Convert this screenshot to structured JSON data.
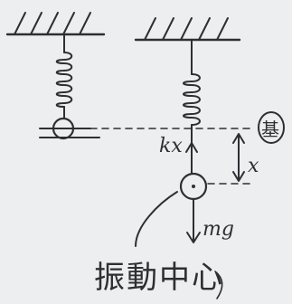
{
  "labels": {
    "spring_force": "kx",
    "equilibrium_marker": "基",
    "displacement": "x",
    "weight": "mg",
    "center_label": "振動中心"
  },
  "colors": {
    "background": "#eceeef",
    "ink": "#2e2f33"
  }
}
